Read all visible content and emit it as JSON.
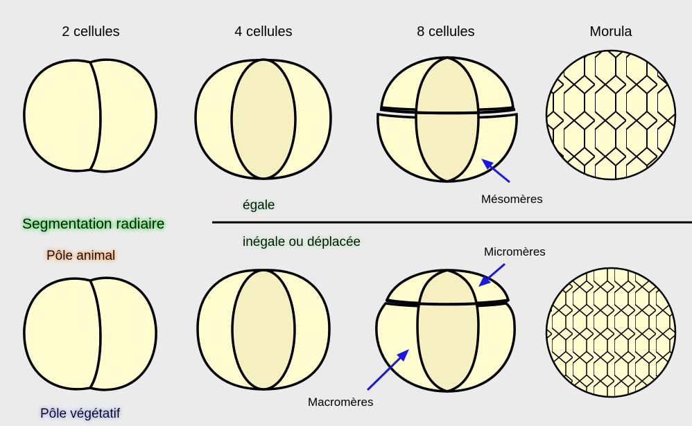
{
  "columns": [
    "2 cellules",
    "4 cellules",
    "8 cellules",
    "Morula"
  ],
  "annotations": {
    "mesomeres": "Mésomères",
    "micromeres": "Micromères",
    "macromeres": "Macromères"
  },
  "labels": {
    "egale": "égale",
    "inegale": "inégale ou déplacée",
    "segmentation": "Segmentation radiaire",
    "pole_animal": "Pôle animal",
    "pole_vegetatif": "Pôle végétatif"
  },
  "colors": {
    "background": "#ebebeb",
    "cell_fill": "#fffdcf",
    "cell_inner": "#f6efc2",
    "outline": "#000000",
    "arrow": "#1a16e6",
    "green_glow": "#3ce04a",
    "orange_glow": "#f2a25a",
    "blue_glow": "#aab3f5"
  }
}
